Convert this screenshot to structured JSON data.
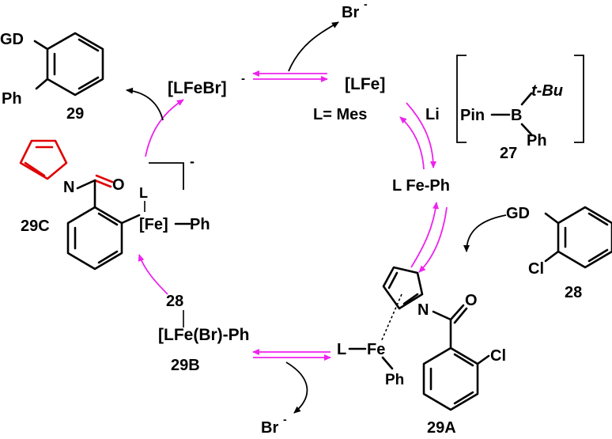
{
  "colors": {
    "cycle_arrow": "#ee22ee",
    "red_group": "#e00000",
    "blue_group": "#1a1aff",
    "black": "#000000"
  },
  "product_29": {
    "gd": "GD",
    "ph": "Ph",
    "id": "29"
  },
  "top_left": {
    "complex": "[LFeBr]",
    "charge": "-"
  },
  "bromide_top": {
    "label": "Br",
    "charge": "-"
  },
  "catalyst": {
    "complex": "[LFe]",
    "ligand": "L= Mes"
  },
  "lithium": "Li",
  "reagent_27": {
    "pin": "Pin",
    "b": "B",
    "tbu": "t-Bu",
    "ph": "Ph",
    "id": "27"
  },
  "fe_ph": "L Fe-Ph",
  "substrate_28": {
    "gd": "GD",
    "cl": "Cl",
    "id": "28"
  },
  "complex_29a": {
    "l": "L",
    "fe": "Fe",
    "ph": "Ph",
    "n": "N",
    "o": "O",
    "cl": "Cl",
    "id": "29A"
  },
  "complex_29b": {
    "ref": "28",
    "complex": "[LFe(Br)-Ph",
    "id": "29B"
  },
  "bromide_bottom": {
    "label": "Br",
    "charge": "-"
  },
  "complex_29c": {
    "n": "N",
    "o": "O",
    "l": "L",
    "fe": "[Fe]",
    "ph": "Ph",
    "charge": "-",
    "id": "29C"
  }
}
